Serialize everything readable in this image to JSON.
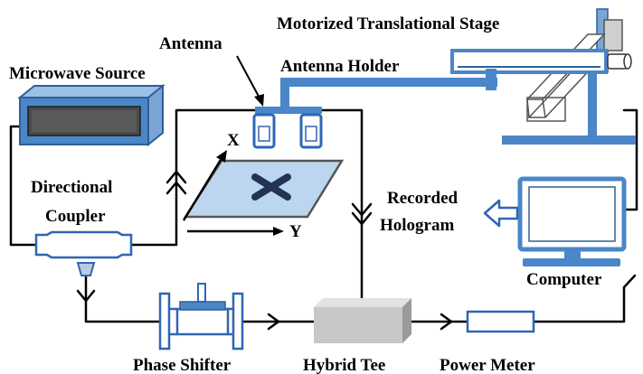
{
  "labels": {
    "stage": "Motorized Translational Stage",
    "antenna": "Antenna",
    "antenna_holder": "Antenna Holder",
    "microwave_source": "Microwave Source",
    "directional_line1": "Directional",
    "directional_line2": "Coupler",
    "recorded_line1": "Recorded",
    "recorded_line2": "Hologram",
    "computer": "Computer",
    "phase_shifter": "Phase Shifter",
    "hybrid_tee": "Hybrid Tee",
    "power_meter": "Power Meter",
    "axis_x": "X",
    "axis_y": "Y"
  },
  "colors": {
    "accent": "#4a86c8",
    "accent_dark": "#2f5f96",
    "accent_light": "#bcd6f0",
    "object": "#223355",
    "tee": "#c8c8c8"
  }
}
